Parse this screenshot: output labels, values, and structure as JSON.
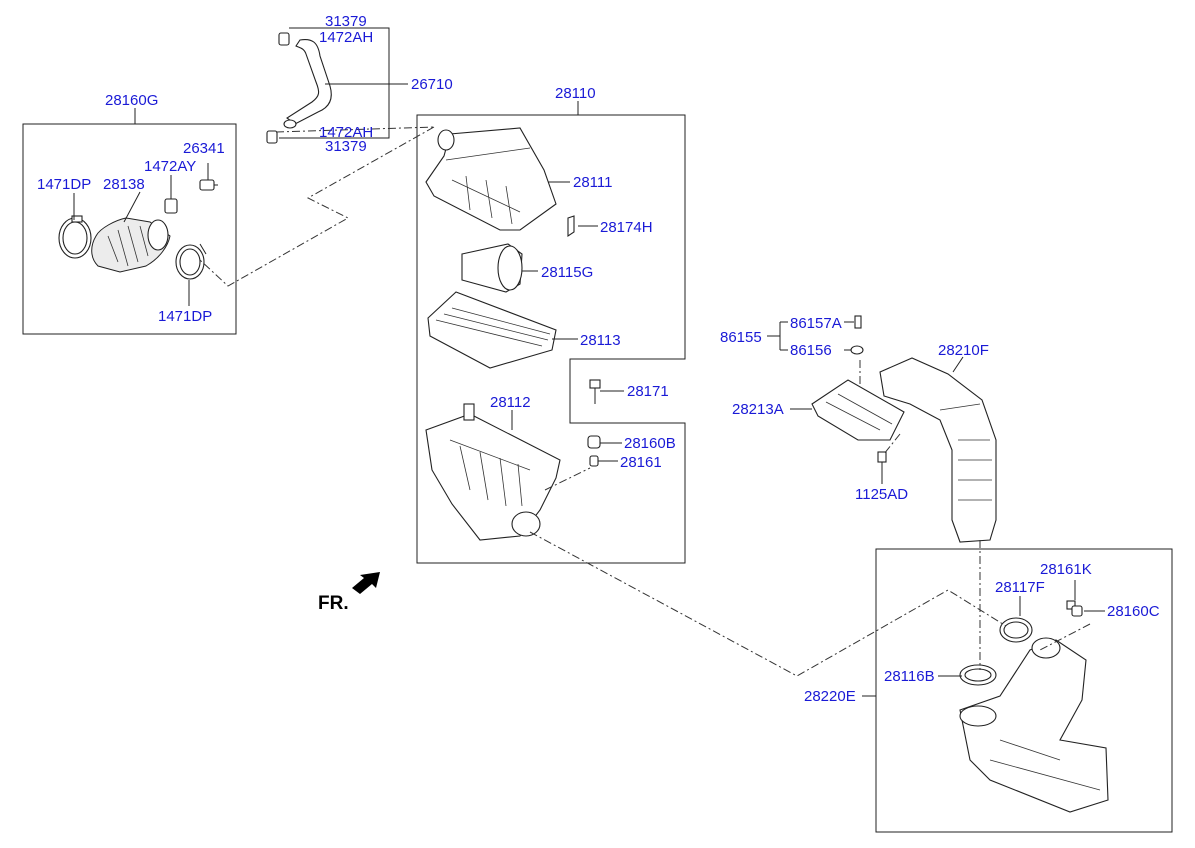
{
  "colors": {
    "label": "#1a1ad6",
    "line": "#222222",
    "background": "#ffffff"
  },
  "front_indicator": {
    "text": "FR.",
    "icon": "front-arrow-icon"
  },
  "groups": {
    "g28160G": {
      "code": "28160G"
    },
    "g28110": {
      "code": "28110"
    },
    "g28220E": {
      "code": "28220E"
    },
    "g86155": {
      "code": "86155"
    },
    "g26710": {
      "code": "26710"
    }
  },
  "labels": {
    "p31379_top": "31379",
    "p1472AH_top": "1472AH",
    "p26710": "26710",
    "p1472AH_bot": "1472AH",
    "p31379_bot": "31379",
    "p28160G": "28160G",
    "p26341": "26341",
    "p1472AY": "1472AY",
    "p1471DP_left": "1471DP",
    "p28138": "28138",
    "p1471DP_bot": "1471DP",
    "p28110": "28110",
    "p28111": "28111",
    "p28174H": "28174H",
    "p28115G": "28115G",
    "p28113": "28113",
    "p28171": "28171",
    "p28112": "28112",
    "p28160B": "28160B",
    "p28161": "28161",
    "p86157A": "86157A",
    "p86155": "86155",
    "p86156": "86156",
    "p28210F": "28210F",
    "p28213A": "28213A",
    "p1125AD": "1125AD",
    "p28161K": "28161K",
    "p28117F": "28117F",
    "p28160C": "28160C",
    "p28116B": "28116B",
    "p28220E": "28220E"
  }
}
